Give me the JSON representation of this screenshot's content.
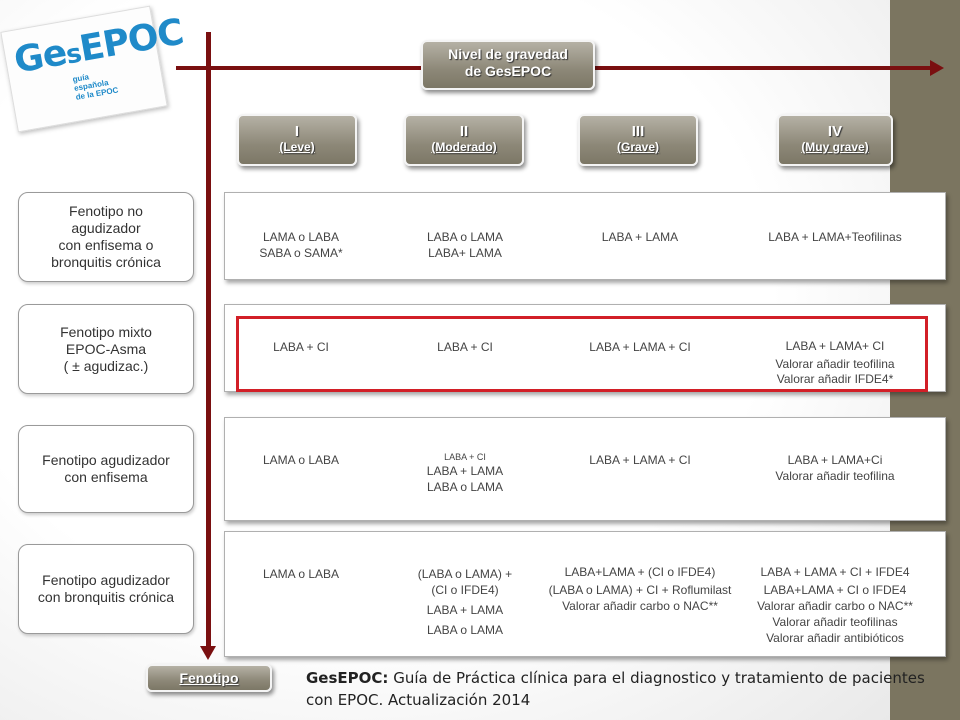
{
  "logo": {
    "ge": "Ge",
    "s": "s",
    "epoc": "EPOC",
    "sub": [
      "guía",
      "española",
      "de la EPOC"
    ]
  },
  "nivel": {
    "line1": "Nivel de gravedad",
    "line2": "de GesEPOC"
  },
  "levels": [
    {
      "roman": "I",
      "name": "(Leve)"
    },
    {
      "roman": "II",
      "name": "(Moderado)"
    },
    {
      "roman": "III",
      "name": "(Grave)"
    },
    {
      "roman": "IV",
      "name": "(Muy grave)"
    }
  ],
  "rows": [
    {
      "label": "Fenotipo no\nagudizador\ncon enfisema o\nbronquitis crónica",
      "cells": [
        [
          "LAMA o LABA",
          "SABA o SAMA*"
        ],
        [
          "LABA o LAMA",
          "LABA+ LAMA"
        ],
        [
          "LABA + LAMA"
        ],
        [
          "LABA + LAMA+Teofilinas"
        ]
      ]
    },
    {
      "label": "Fenotipo mixto\nEPOC-Asma\n( ± agudizac.)",
      "cells": [
        [
          "LABA + CI"
        ],
        [
          "LABA + CI"
        ],
        [
          "LABA + LAMA + CI"
        ],
        [
          "LABA + LAMA+ CI",
          "Valorar añadir teofilina",
          "Valorar añadir IFDE4*"
        ]
      ]
    },
    {
      "label": "Fenotipo agudizador\ncon enfisema",
      "cells": [
        [
          "LAMA o LABA"
        ],
        [
          "LABA + CI",
          "LABA + LAMA",
          "LABA o LAMA"
        ],
        [
          "LABA + LAMA + CI"
        ],
        [
          "LABA + LAMA+Ci",
          "Valorar añadir  teofilina"
        ]
      ]
    },
    {
      "label": "Fenotipo agudizador\ncon bronquitis crónica",
      "cells": [
        [
          "LAMA o LABA"
        ],
        [
          "(LABA o LAMA) +",
          "(CI o IFDE4)",
          "LABA + LAMA",
          "LABA o LAMA"
        ],
        [
          "LABA+LAMA + (CI o IFDE4)",
          "(LABA o LAMA) + CI + Roflumilast",
          "Valorar añadir carbo o NAC**"
        ],
        [
          "LABA + LAMA + CI + IFDE4",
          "LABA+LAMA + CI o IFDE4",
          "Valorar añadir carbo o NAC**",
          "Valorar añadir teofilinas",
          "Valorar añadir antibióticos"
        ]
      ]
    }
  ],
  "fenotipo_button": "Fenotipo",
  "footer": {
    "bold": "GesEPOC:",
    "text": " Guía de Práctica clínica para el diagnostico y tratamiento de pacientes con EPOC. Actualización 2014"
  },
  "colors": {
    "arrow": "#7a0f10",
    "highlight": "#d21f27",
    "pill": "#8d8878",
    "band": "#7b7560",
    "logo": "#1f8ac9"
  }
}
